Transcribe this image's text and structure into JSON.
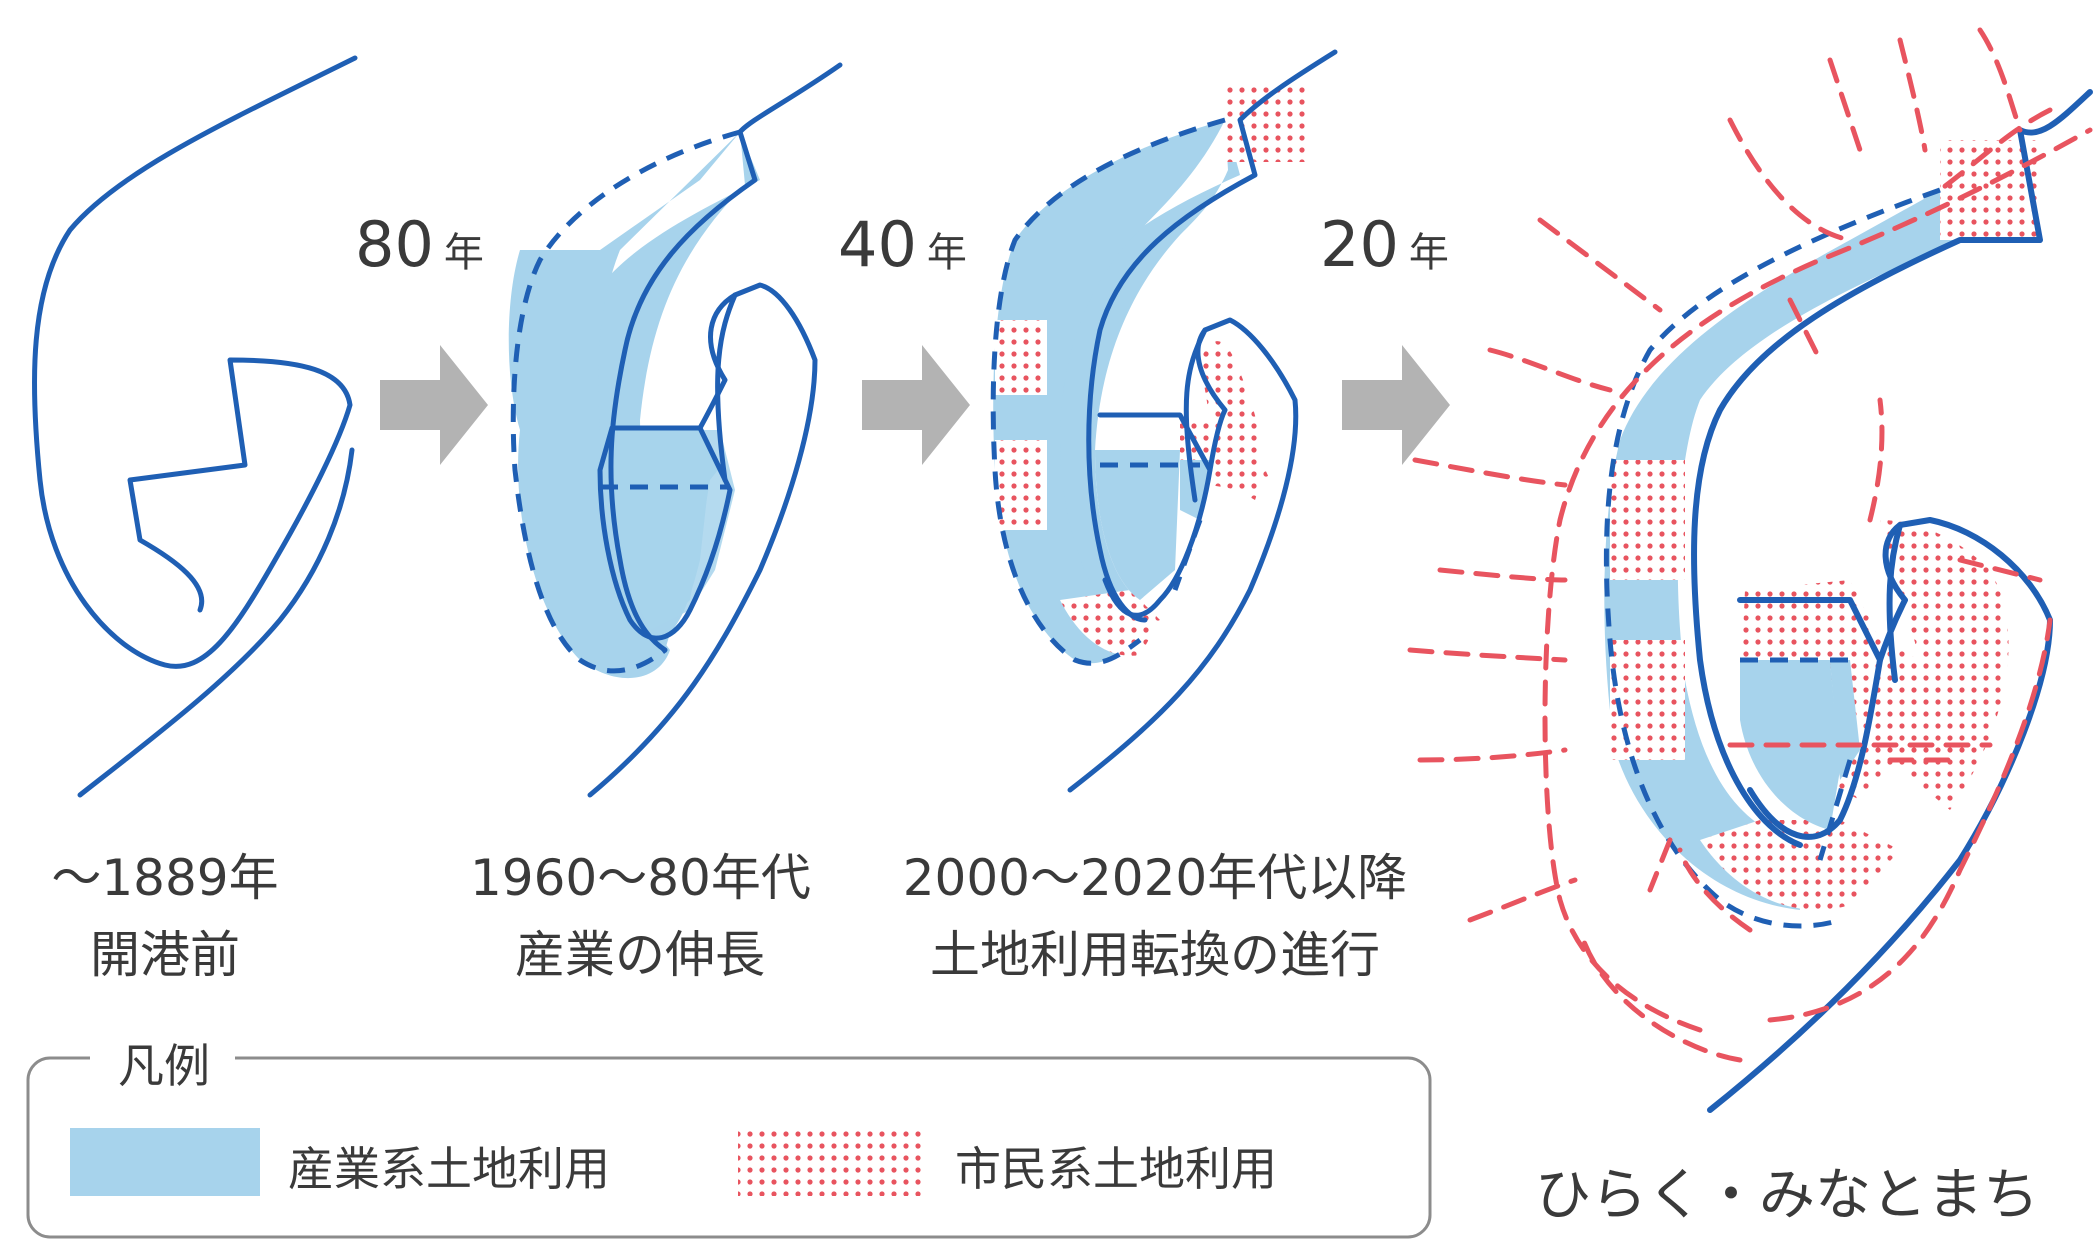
{
  "steps": [
    {
      "gap_number": "80",
      "gap_unit": "年"
    },
    {
      "gap_number": "40",
      "gap_unit": "年"
    },
    {
      "gap_number": "20",
      "gap_unit": "年"
    }
  ],
  "stages": [
    {
      "period": "〜1889年",
      "label": "開港前"
    },
    {
      "period": "1960〜80年代",
      "label": "産業の伸長"
    },
    {
      "period": "2000〜2020年代以降",
      "label": "土地利用転換の進行"
    },
    {
      "period": "",
      "label": "ひらく・みなとまち"
    }
  ],
  "legend": {
    "title": "凡例",
    "items": [
      {
        "label": "産業系土地利用",
        "color": "#a7d3ec"
      },
      {
        "label": "市民系土地利用",
        "color": "#e8545f"
      }
    ]
  },
  "colors": {
    "coast_line": "#1f5fb4",
    "industrial_fill": "#a7d3ec",
    "civic_dots": "#e8545f",
    "arrow": "#b3b3b3",
    "legend_border": "#8c8c8c"
  }
}
